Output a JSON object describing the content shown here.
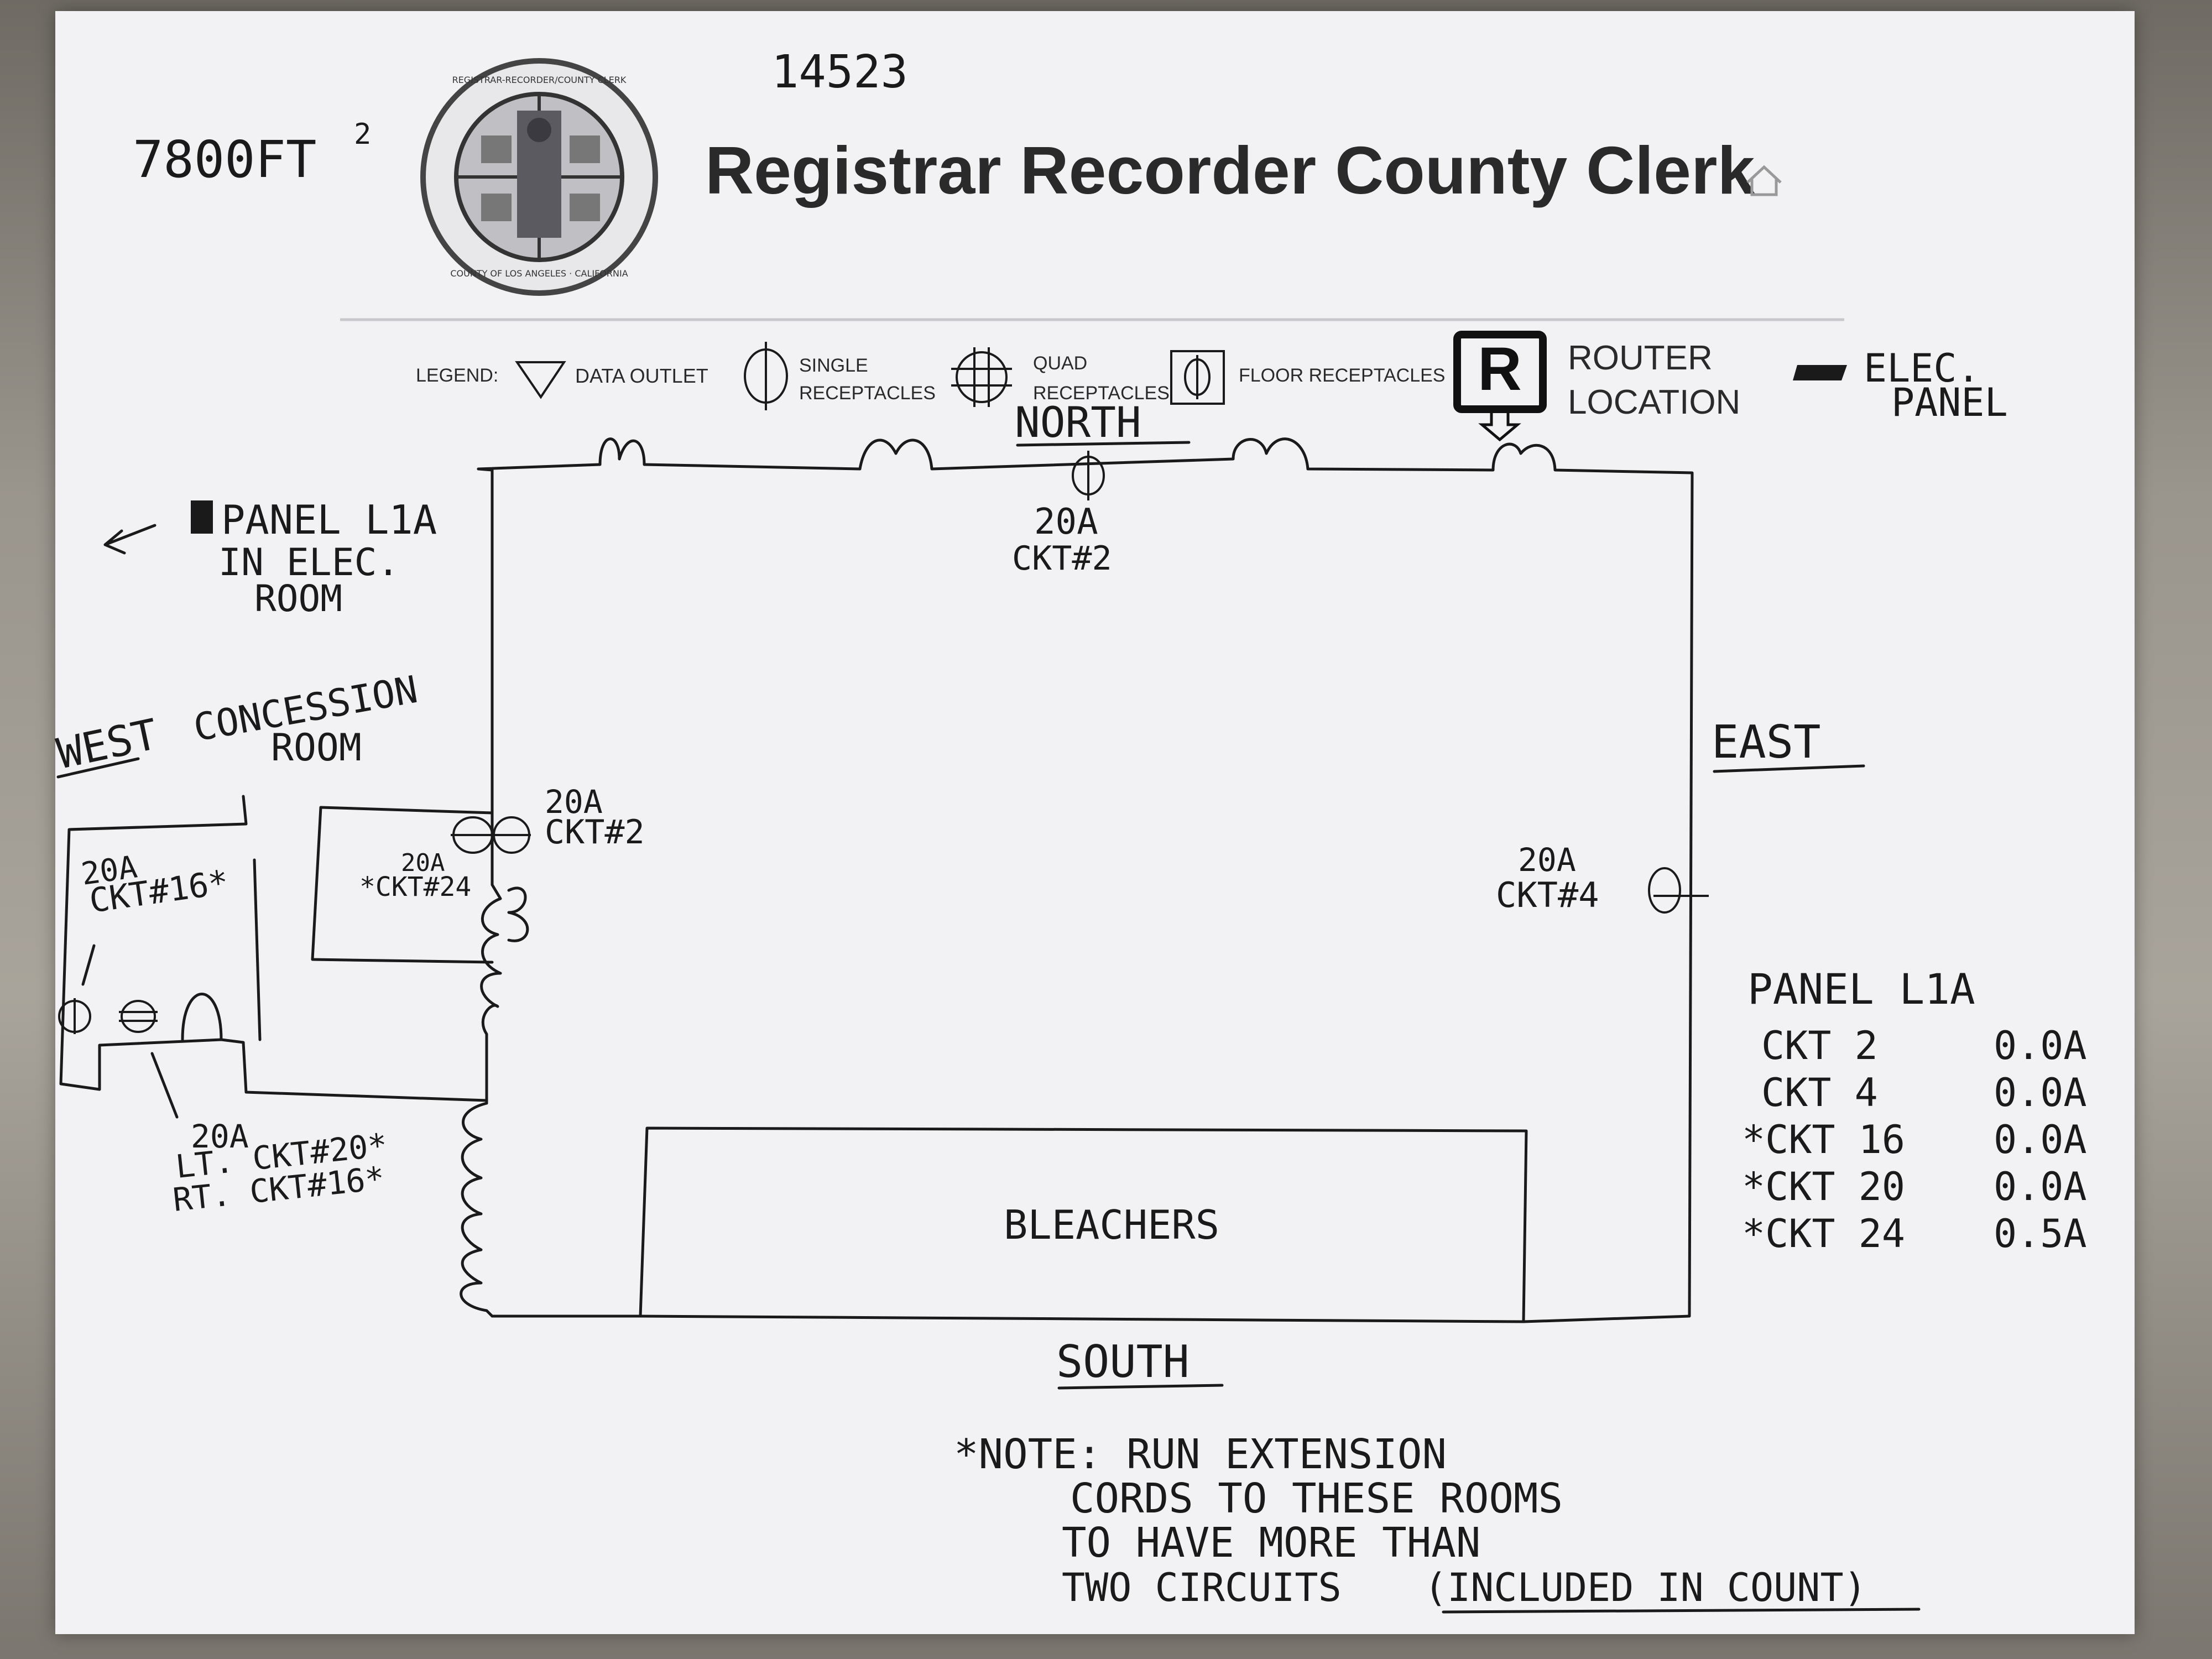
{
  "header": {
    "title": "Registrar Recorder County Clerk",
    "job_number": "14523",
    "area": "7800FT",
    "area_exponent": "2",
    "seal_text_top": "REGISTRAR-RECORDER/COUNTY CLERK",
    "seal_text_bottom": "COUNTY OF LOS ANGELES · CALIFORNIA"
  },
  "legend": {
    "label": "LEGEND:",
    "data_outlet": "DATA OUTLET",
    "single_receptacles_1": "SINGLE",
    "single_receptacles_2": "RECEPTACLES",
    "quad_receptacles_1": "QUAD",
    "quad_receptacles_2": "RECEPTACLES",
    "floor_receptacles": "FLOOR RECEPTACLES",
    "router_symbol": "R",
    "router_1": "ROUTER",
    "router_2": "LOCATION",
    "elec_panel_1": "ELEC.",
    "elec_panel_2": "PANEL"
  },
  "directions": {
    "north": "NORTH",
    "south": "SOUTH",
    "east": "EAST",
    "west": "WEST"
  },
  "labels": {
    "panel_note_1": "PANEL L1A",
    "panel_note_2": "IN ELEC.",
    "panel_note_3": "ROOM",
    "concession_1": "CONCESSION",
    "concession_2": "ROOM",
    "north_amp": "20A",
    "north_ckt": "CKT#2",
    "west_wall_amp": "20A",
    "west_wall_ckt": "CKT#2",
    "small_room_amp": "20A",
    "small_room_ckt": "*CKT#24",
    "concession_amp": "20A",
    "concession_ckt": "CKT#16*",
    "east_amp": "20A",
    "east_ckt": "CKT#4",
    "bottom_amp": "20A",
    "bottom_lt": "LT. CKT#20*",
    "bottom_rt": "RT. CKT#16*",
    "bleachers": "BLEACHERS"
  },
  "panel_table": {
    "title": "PANEL L1A",
    "rows": [
      {
        "ckt": "CKT 2",
        "amps": "0.0A"
      },
      {
        "ckt": "CKT 4",
        "amps": "0.0A"
      },
      {
        "ckt": "*CKT 16",
        "amps": "0.0A"
      },
      {
        "ckt": "*CKT 20",
        "amps": "0.0A"
      },
      {
        "ckt": "*CKT 24",
        "amps": "0.5A"
      }
    ]
  },
  "note": {
    "line1": "*NOTE: RUN EXTENSION",
    "line2": "CORDS TO THESE ROOMS",
    "line3": "TO HAVE MORE THAN",
    "line4_a": "TWO CIRCUITS",
    "line4_b": "(INCLUDED IN COUNT)"
  }
}
